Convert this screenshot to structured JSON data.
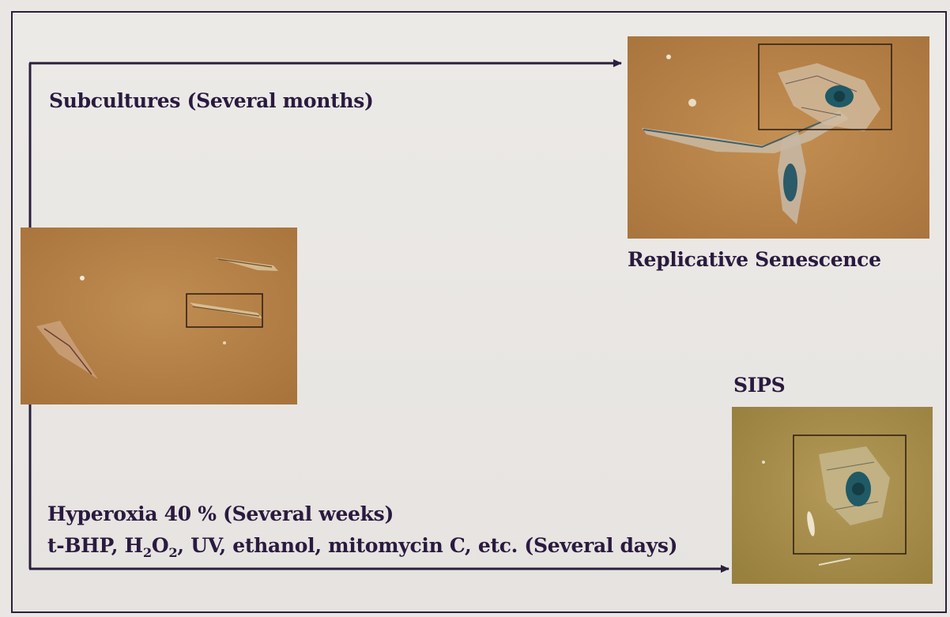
{
  "labels": {
    "subcultures": "Subcultures (Several months)",
    "replicative": "Replicative Senescence",
    "sips": "SIPS",
    "hyperoxia": "Hyperoxia 40 % (Several weeks)",
    "agents_prefix": "t-BHP, H",
    "agents_sub1": "2",
    "agents_mid1": "O",
    "agents_sub2": "2",
    "agents_suffix": ", UV, ethanol, mitomycin C, etc. (Several days)"
  },
  "colors": {
    "frame": "#2a1f3d",
    "text": "#2a1a3f",
    "micrograph": "#b8834a",
    "stain": "#1f5a66"
  }
}
